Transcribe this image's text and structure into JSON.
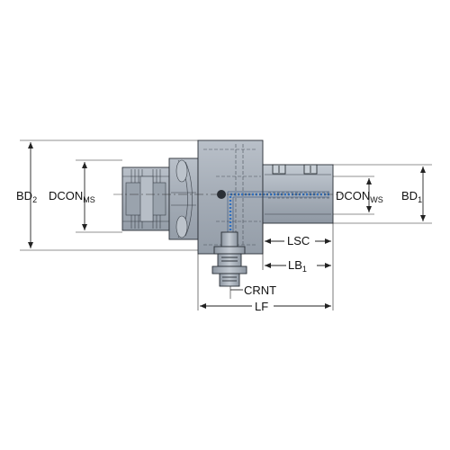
{
  "labels": {
    "bd2": {
      "main": "BD",
      "sub": "2"
    },
    "dcon_ms": {
      "main": "DCON",
      "sub": "MS"
    },
    "dcon_ws": {
      "main": "DCON",
      "sub": "WS"
    },
    "bd1": {
      "main": "BD",
      "sub": "1"
    },
    "lsc": "LSC",
    "lb1": {
      "main": "LB",
      "sub": "1"
    },
    "crnt": "CRNT",
    "lf": "LF"
  },
  "colors": {
    "body": "#a7afb9",
    "body_light": "#bfc6cf",
    "body_dark": "#8a939e",
    "outline": "#2a2f36",
    "coolant_channel": "#2f6fc0",
    "dimension": "#222222"
  }
}
